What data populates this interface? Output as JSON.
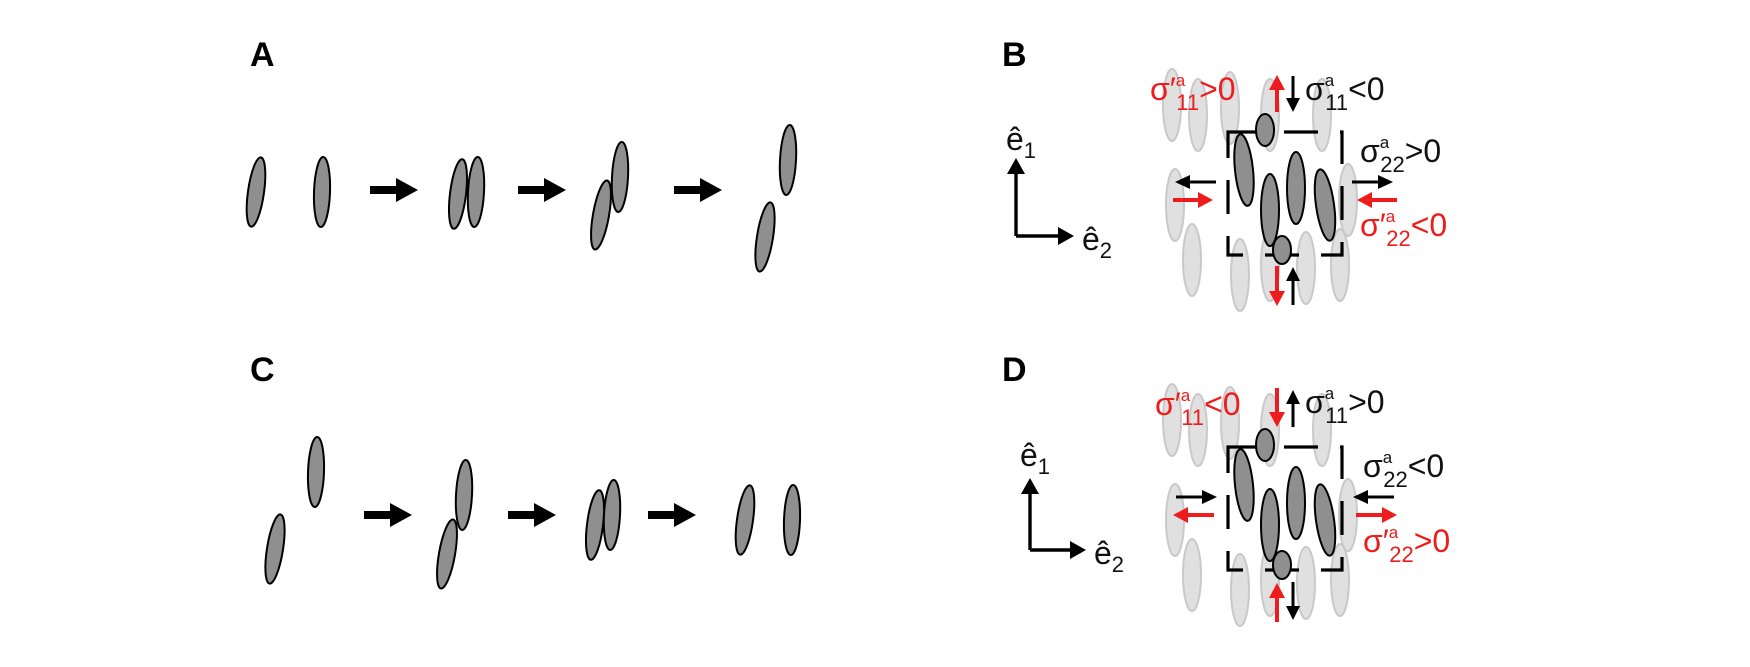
{
  "panels": [
    {
      "id": "A",
      "label": "A"
    },
    {
      "id": "B",
      "label": "B"
    },
    {
      "id": "C",
      "label": "C"
    },
    {
      "id": "D",
      "label": "D"
    }
  ],
  "basis": {
    "e1": "ê",
    "e1_sub": "1",
    "e2": "ê",
    "e2_sub": "2"
  },
  "panel_B": {
    "red_top": {
      "base": "σ′",
      "sub": "11",
      "sup": "a",
      "rel": ">0"
    },
    "black_top": {
      "base": "σ",
      "sub": "11",
      "sup": "a",
      "rel": "<0"
    },
    "black_right": {
      "base": "σ",
      "sub": "22",
      "sup": "a",
      "rel": ">0"
    },
    "red_right": {
      "base": "σ′",
      "sub": "22",
      "sup": "a",
      "rel": "<0"
    }
  },
  "panel_D": {
    "red_top": {
      "base": "σ′",
      "sub": "11",
      "sup": "a",
      "rel": "<0"
    },
    "black_top": {
      "base": "σ",
      "sub": "11",
      "sup": "a",
      "rel": ">0"
    },
    "black_right": {
      "base": "σ",
      "sub": "22",
      "sup": "a",
      "rel": "<0"
    },
    "red_right": {
      "base": "σ′",
      "sub": "22",
      "sup": "a",
      "rel": ">0"
    }
  },
  "colors": {
    "red": "#ee1c1c",
    "black": "#111111",
    "cell_fill": "#8f8f8f",
    "ghost_fill": "#e0e0e0"
  }
}
